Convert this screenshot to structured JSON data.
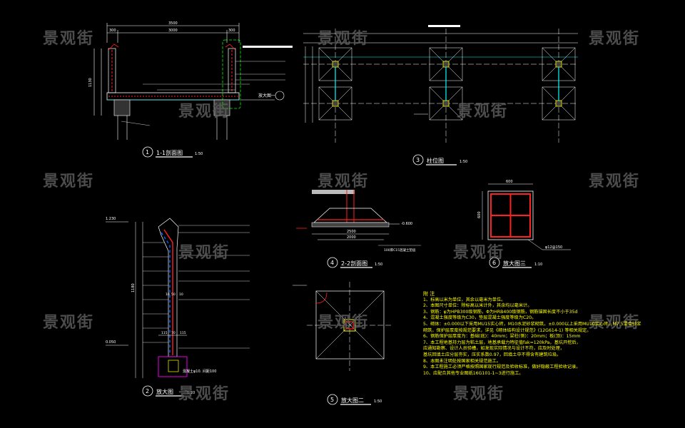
{
  "watermark": "景观街",
  "drawings": {
    "d1": {
      "num": "1",
      "title": "1-1剖面图",
      "scale": "1:50",
      "dims": [
        "3500",
        "300",
        "3000",
        "300"
      ],
      "height": "1130",
      "label_detail": "放大图一"
    },
    "d2": {
      "num": "2",
      "title": "放大图",
      "scale": "1:10",
      "levels": [
        "1.230",
        "0.050"
      ],
      "height": "1180",
      "bottom_dims": [
        "115",
        "70",
        "115"
      ],
      "mid_dims": [
        "10",
        "50",
        "10"
      ],
      "note1": "混凝土φ10.  间距100"
    },
    "d3": {
      "num": "3",
      "title": "柱位图",
      "scale": "1:50"
    },
    "d4": {
      "num": "4",
      "title": "2-2剖面图",
      "scale": "1:50",
      "dims": [
        "2500",
        "2000"
      ],
      "level": "-0.600",
      "note": "100厚C15混凝土垫层"
    },
    "d5": {
      "num": "5",
      "title": "放大图二",
      "scale": "1:50"
    },
    "d6": {
      "num": "6",
      "title": "放大图三",
      "scale": "1:10",
      "dims": [
        "600",
        "600"
      ],
      "note": "φ12@150"
    }
  },
  "notes": {
    "heading": "附 注",
    "items": [
      "1、标高以米为单位，其余以毫米为单位。",
      "2、本图尺寸单位：除标高以米计外，其余均以毫米计。",
      "3、钢筋：φ为HPB300级钢筋，Φ为HRB400级钢筋，钢筋锚固长度不小于35d",
      "4、混凝土强度等级为C30，垫层混凝土强度等级为C20。",
      "5、砌体：±0.000以下采用MU15实心砖，M10水泥砂浆砌筑，±0.000以上采用MU10实心砖，M7.5混合砂浆",
      "   砌筑，保护层厚度按规范要求，详见《砌体结构设计规范》(12G614-1) 等相关规定。",
      "6、钢筋保护层厚度为：基础(底)：40mm；梁柱(侧)：20mm；板(顶)：15mm",
      "7、本工程地基持力层为粘土层，地基承载力特征值fak=120kPa，基坑开挖后，",
      "   应通知勘察、设计人员验槽，如发现实际情况与设计不符，应及时处理，",
      "   基坑回填土应分层夯实，压实系数0.97，回填土中不得含有建筑垃圾。",
      "8、本图未注明处按国家相关规范施工。",
      "9、本工程施工必须严格按照国家现行规范及验收标准，做好隐蔽工程验收记录。",
      "10、应配合其他专业图纸16G101-1~3进行施工。"
    ]
  }
}
